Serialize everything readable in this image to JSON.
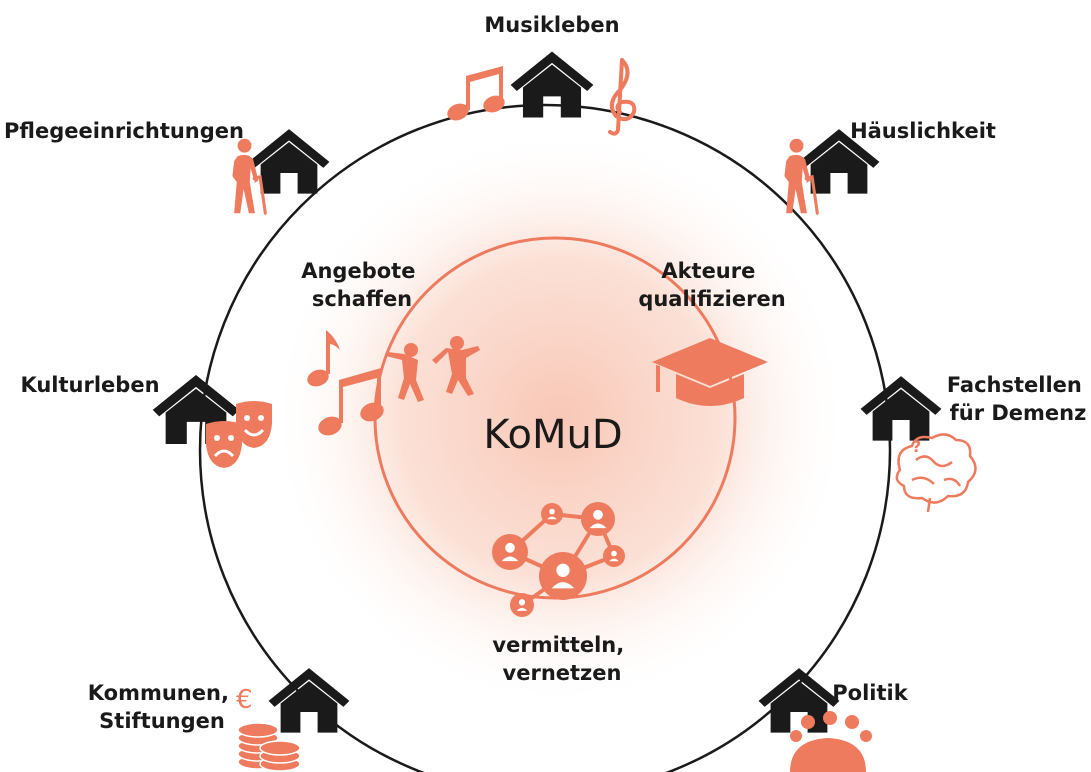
{
  "center": {
    "title": "KoMuD",
    "inner_top_left": [
      "Angebote",
      "schaffen"
    ],
    "inner_top_right": [
      "Akteure",
      "qualifizieren"
    ],
    "inner_bottom": [
      "vermitteln,",
      "vernetzen"
    ]
  },
  "nodes": {
    "musikleben": [
      "Musikleben"
    ],
    "pflege": [
      "Pflegeeinrichtungen"
    ],
    "haeuslichkeit": [
      "Häuslichkeit"
    ],
    "kulturleben": [
      "Kulturleben"
    ],
    "fachstellen": [
      "Fachstellen",
      "für Demenz"
    ],
    "kommunen": [
      "Kommunen,",
      "Stiftungen"
    ],
    "politik": [
      "Politik"
    ]
  },
  "icons": {
    "euro": "€",
    "question": "?"
  },
  "colors": {
    "accent": "#EE7B5E",
    "ink": "#1a1a1a",
    "glow": "#F8C4B2"
  }
}
